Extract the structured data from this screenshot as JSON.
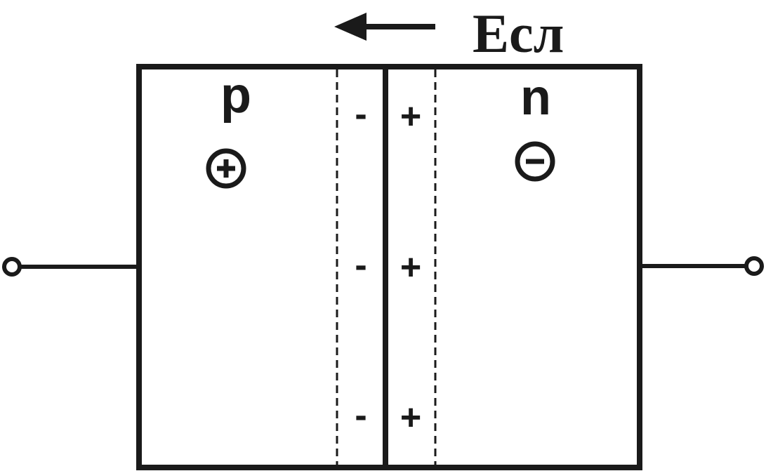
{
  "field": {
    "label": "Ecл"
  },
  "regions": {
    "p_label": "p",
    "n_label": "n"
  },
  "carriers": {
    "p_symbol": "⊕",
    "n_symbol": "⊖"
  },
  "depletion": {
    "p_side_charges": [
      "-",
      "-",
      "-"
    ],
    "n_side_charges": [
      "+",
      "+",
      "+"
    ]
  },
  "colors": {
    "ink": "#1a1a1a",
    "background": "#ffffff"
  }
}
